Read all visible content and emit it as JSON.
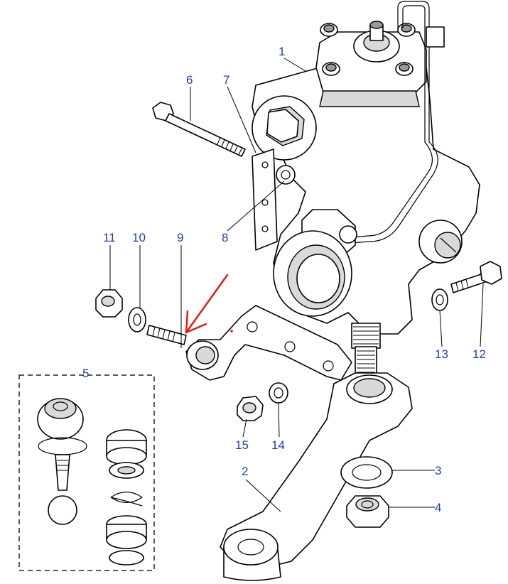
{
  "callouts": {
    "c1": "1",
    "c2": "2",
    "c3": "3",
    "c4": "4",
    "c5": "5",
    "c6": "6",
    "c7": "7",
    "c8": "8",
    "c9": "9",
    "c10": "10",
    "c11": "11",
    "c12": "12",
    "c13": "13",
    "c14": "14",
    "c15": "15"
  },
  "colors": {
    "callout_text": "#1f3fb5",
    "highlight_arrow": "#e01b1b",
    "line_art": "#000000"
  }
}
